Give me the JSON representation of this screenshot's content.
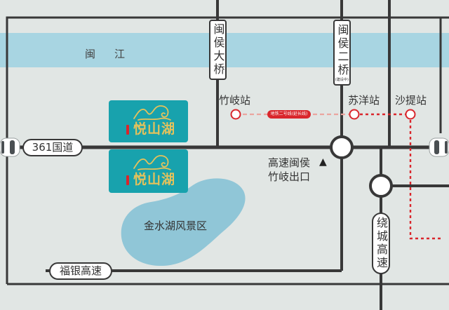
{
  "river": {
    "chars": [
      "闽",
      "江"
    ]
  },
  "bridges": [
    {
      "name": "闽侯大桥"
    },
    {
      "name": "闽侯二桥",
      "status": "(建设中)"
    }
  ],
  "metro": {
    "line_label": "地铁二号线(延长线)",
    "stations": [
      {
        "name": "竹岐站"
      },
      {
        "name": "苏洋站"
      },
      {
        "name": "沙提站"
      }
    ]
  },
  "roads": {
    "national": "361国道",
    "fuyin": "福银高速",
    "raocheng": "绕城高速"
  },
  "exit": {
    "line_1": "高速闽侯",
    "line_2": "竹岐出口",
    "marker": "▲"
  },
  "scenic": {
    "name": "金水湖风景区"
  },
  "brand_cards": [
    {
      "name": "悦山湖"
    },
    {
      "name": "悦山湖"
    }
  ],
  "icons": {
    "vehicle": "car-icon",
    "brand_logo": "mountain-logo-icon",
    "junction": "interchange-circle",
    "station": "metro-station-dot"
  },
  "colors": {
    "bg": "#e1e6e4",
    "river": "#a8d5e2",
    "lake": "#90c6d7",
    "road": "#383838",
    "teal": "#18a2ad",
    "gold": "#e5c25b",
    "metro_red": "#d9262c",
    "metro_light": "#eba59f",
    "label_text": "#333333"
  }
}
